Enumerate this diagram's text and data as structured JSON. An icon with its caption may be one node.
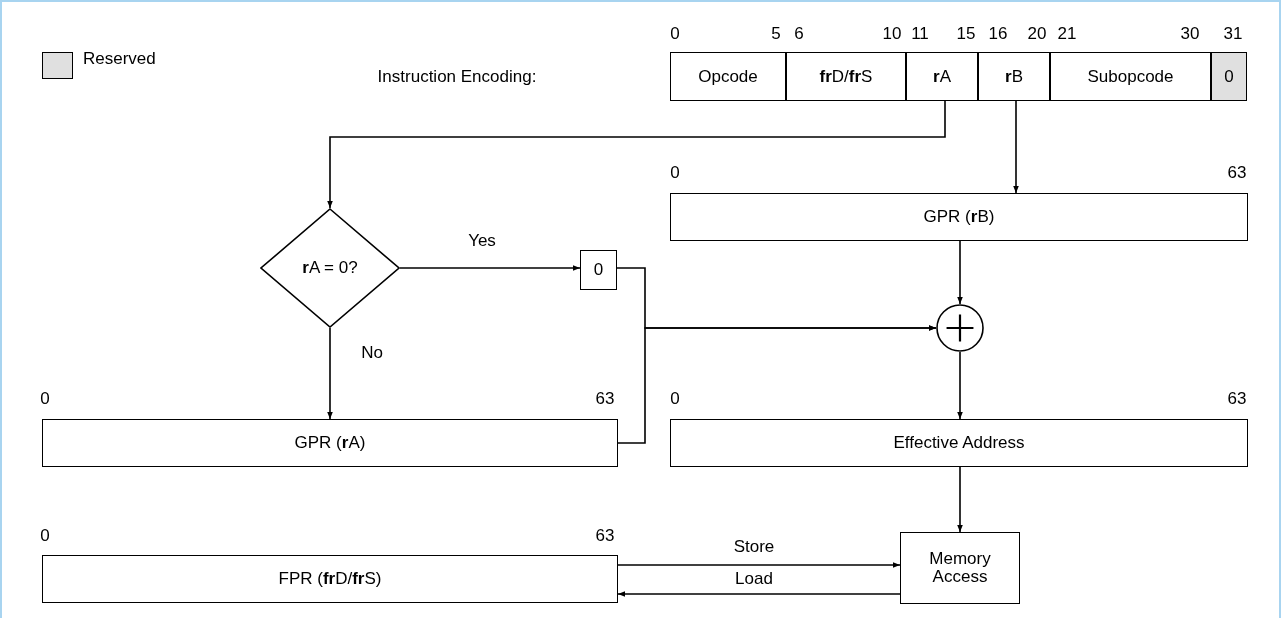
{
  "diagram": {
    "nodes": [
      {
        "text": [
          "Opcode"
        ]
      },
      {
        "text": [
          "**fr**D/**fr**S"
        ]
      },
      {
        "text": [
          "**r**A"
        ]
      },
      {
        "text": [
          "**r**B"
        ]
      },
      {
        "text": [
          "Subopcode"
        ]
      },
      {
        "text": [
          "0"
        ]
      },
      {
        "text": [
          "**r**A = 0?"
        ]
      },
      {
        "text": [
          "0"
        ]
      },
      {
        "text": [
          "GPR (**r**B)"
        ]
      },
      {
        "text": [],
        "shape": "circle"
      },
      {
        "text": [
          "GPR (**r**A)"
        ]
      },
      {
        "text": [
          "Effective Address"
        ]
      },
      {
        "text": [
          "FPR (**fr**D/**fr**S)"
        ]
      },
      {
        "text": [
          "Memory Access"
        ]
      }
    ],
    "edges": [
      {
        "from": 2,
        "to": 6,
        "arrow": "to"
      },
      {
        "from": 3,
        "to": 8,
        "arrow": "to"
      },
      {
        "from": 6,
        "to": 7,
        "arrow": "to",
        "label": "Yes"
      },
      {
        "from": 6,
        "to": 10,
        "arrow": "to",
        "label": "No"
      },
      {
        "from": 7,
        "to": 9,
        "arrow": "to"
      },
      {
        "from": 10,
        "to": 9,
        "arrow": "to"
      },
      {
        "from": 8,
        "to": 9,
        "arrow": "to"
      },
      {
        "from": 9,
        "to": 11,
        "arrow": "to"
      },
      {
        "from": 11,
        "to": 13,
        "arrow": "to"
      },
      {
        "from": 12,
        "to": 13,
        "arrow": "to",
        "label": "Store"
      },
      {
        "from": 13,
        "to": 12,
        "arrow": "to",
        "label": "Load"
      }
    ],
    "labels": [
      "0",
      "5",
      "6",
      "10",
      "11",
      "15",
      "16",
      "20",
      "21",
      "30",
      "31",
      "Instruction Encoding:",
      "0",
      "63",
      "0",
      "63",
      "0",
      "63",
      "0",
      "63"
    ],
    "legend": [
      {
        "text": "Reserved",
        "color": "#e0e0e0"
      }
    ]
  }
}
